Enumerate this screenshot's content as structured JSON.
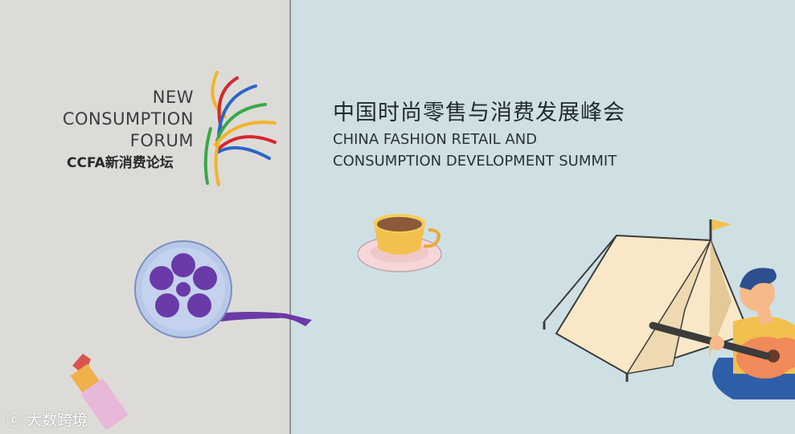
{
  "logo": {
    "line1": "NEW",
    "line2": "CONSUMPTION",
    "line3": "FORUM",
    "cn": "CCFA新消费论坛"
  },
  "title": {
    "cn": "中国时尚零售与消费发展峰会",
    "en_line1": "CHINA FASHION RETAIL AND",
    "en_line2": "CONSUMPTION DEVELOPMENT SUMMIT"
  },
  "watermark": {
    "text": "大数跨境"
  },
  "colors": {
    "left_bg": "#dddbd8",
    "right_bg": "#cfe0e5",
    "accent_purple": "#6a3aa8"
  }
}
